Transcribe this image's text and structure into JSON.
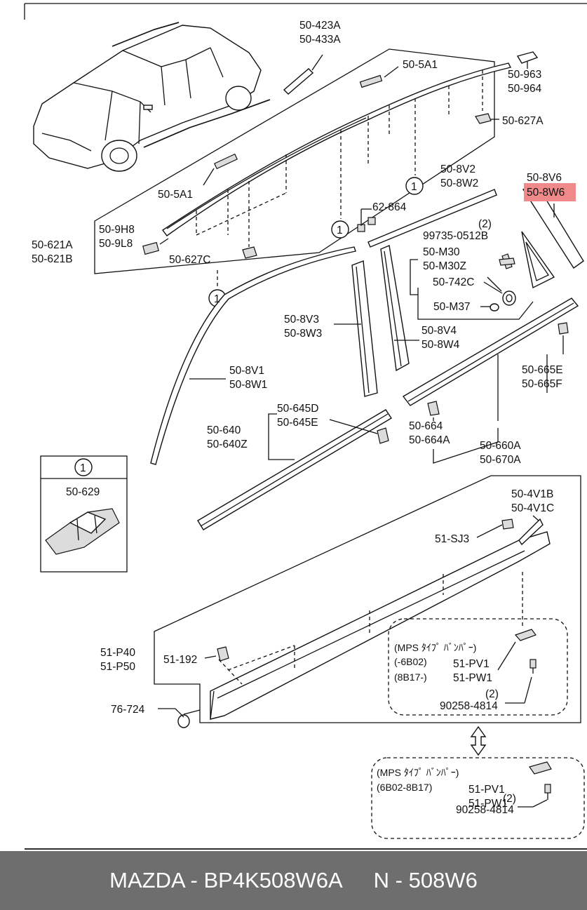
{
  "labels": {
    "p_50_423A": "50-423A",
    "p_50_433A": "50-433A",
    "p_50_5A1_a": "50-5A1",
    "p_50_963": "50-963",
    "p_50_964": "50-964",
    "p_50_627A": "50-627A",
    "p_50_5A1_b": "50-5A1",
    "p_50_9H8": "50-9H8",
    "p_50_9L8": "50-9L8",
    "p_50_621A": "50-621A",
    "p_50_621B": "50-621B",
    "p_50_627C": "50-627C",
    "p_50_8V2": "50-8V2",
    "p_50_8W2": "50-8W2",
    "p_50_8V6": "50-8V6",
    "p_50_8W6": "50-8W6",
    "p_62_864": "62-864",
    "qty_2_a": "(2)",
    "p_99735": "99735-0512B",
    "p_50_M30": "50-M30",
    "p_50_M30Z": "50-M30Z",
    "p_50_742C": "50-742C",
    "p_50_M37": "50-M37",
    "p_50_8V3": "50-8V3",
    "p_50_8W3": "50-8W3",
    "p_50_8V4": "50-8V4",
    "p_50_8W4": "50-8W4",
    "p_50_8V1": "50-8V1",
    "p_50_8W1": "50-8W1",
    "p_50_665E": "50-665E",
    "p_50_665F": "50-665F",
    "p_50_645D": "50-645D",
    "p_50_645E": "50-645E",
    "p_50_640": "50-640",
    "p_50_640Z": "50-640Z",
    "p_50_664": "50-664",
    "p_50_664A": "50-664A",
    "p_50_660A": "50-660A",
    "p_50_670A": "50-670A",
    "p_50_629": "50-629",
    "p_50_4V1B": "50-4V1B",
    "p_50_4V1C": "50-4V1C",
    "p_51_SJ3": "51-SJ3",
    "p_51_P40": "51-P40",
    "p_51_P50": "51-P50",
    "p_51_192": "51-192",
    "p_76_724": "76-724",
    "mps1_l1": "(MPS ﾀｲﾌﾟ ﾊﾞﾝﾊﾟｰ)",
    "mps1_l2": "(-6B02)",
    "mps1_l3": "(8B17-)",
    "p_51_PV1_a": "51-PV1",
    "p_51_PW1_a": "51-PW1",
    "qty_2_b": "(2)",
    "p_90258_a": "90258-4814",
    "mps2_l1": "(MPS ﾀｲﾌﾟ ﾊﾞﾝﾊﾟｰ)",
    "mps2_l2": "(6B02-8B17)",
    "p_51_PV1_b": "51-PV1",
    "p_51_PW1_b": "51-PW1",
    "qty_2_c": "(2)",
    "p_90258_b": "90258-4814",
    "ref_1": "1"
  },
  "highlight_color": "#f08a8a",
  "footer": {
    "brand_part": "MAZDA - BP4K508W6A",
    "short_code": "N - 508W6"
  }
}
